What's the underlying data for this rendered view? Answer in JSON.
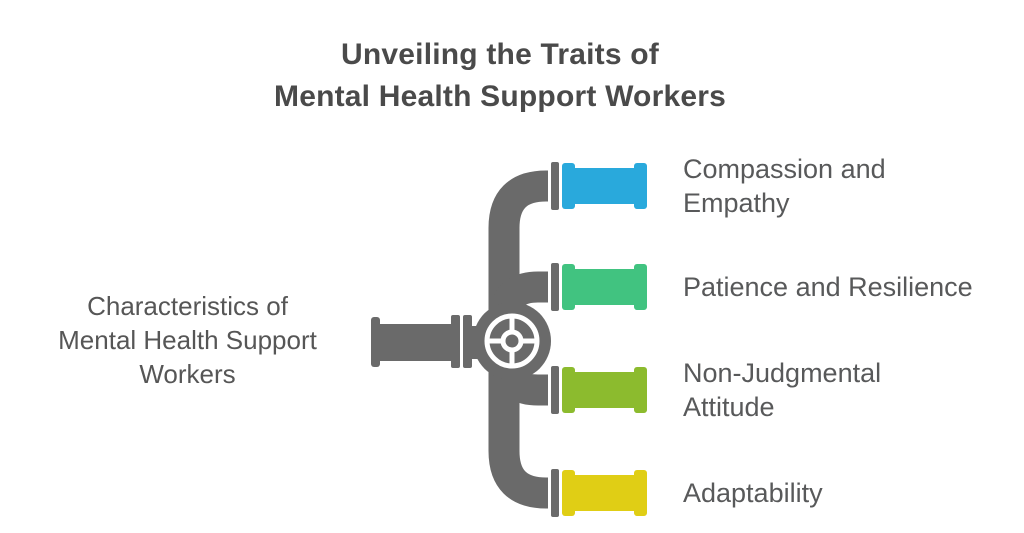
{
  "title": {
    "lines": [
      "Unveiling the Traits of",
      "Mental Health Support Workers"
    ]
  },
  "root": {
    "lines": [
      "Characteristics of",
      "Mental Health Support",
      "Workers"
    ]
  },
  "branches": [
    {
      "color": "#29A9DC",
      "lines": [
        "Compassion and",
        "Empathy"
      ]
    },
    {
      "color": "#41C380",
      "lines": [
        "Patience and Resilience"
      ]
    },
    {
      "color": "#8CBB2E",
      "lines": [
        "Non-Judgmental",
        "Attitude"
      ]
    },
    {
      "color": "#E0CE15",
      "lines": [
        "Adaptability"
      ]
    }
  ],
  "colors": {
    "pipe": "#6A6A6A",
    "title_text": "#4A4A4A",
    "label_text": "#58595A",
    "background": "#FFFFFF"
  }
}
